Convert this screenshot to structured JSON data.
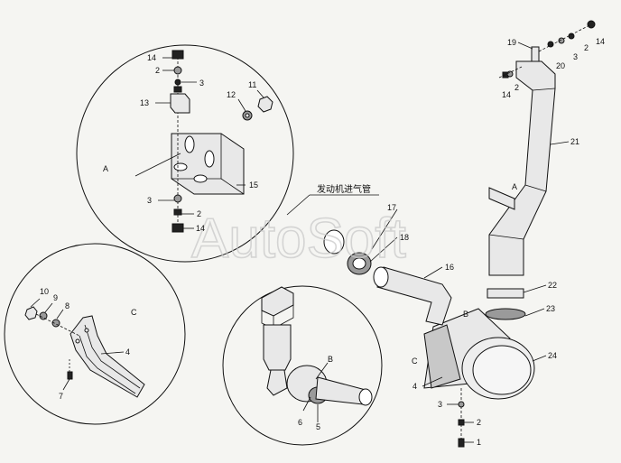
{
  "watermark": "AutoSoft",
  "intake_label": "发动机进气管",
  "detail_letters": {
    "a": "A",
    "b": "B",
    "c": "C"
  },
  "callouts": {
    "n1": "1",
    "n2": "2",
    "n3": "3",
    "n4": "4",
    "n5": "5",
    "n6": "6",
    "n7": "7",
    "n8": "8",
    "n9": "9",
    "n10": "10",
    "n11": "11",
    "n12": "12",
    "n13": "13",
    "n14": "14",
    "n15": "15",
    "n16": "16",
    "n17": "17",
    "n18": "18",
    "n19": "19",
    "n20": "20",
    "n21": "21",
    "n22": "22",
    "n23": "23",
    "n24": "24"
  },
  "colors": {
    "background": "#f5f5f2",
    "line": "#111111",
    "watermark": "#c9c9c9"
  }
}
